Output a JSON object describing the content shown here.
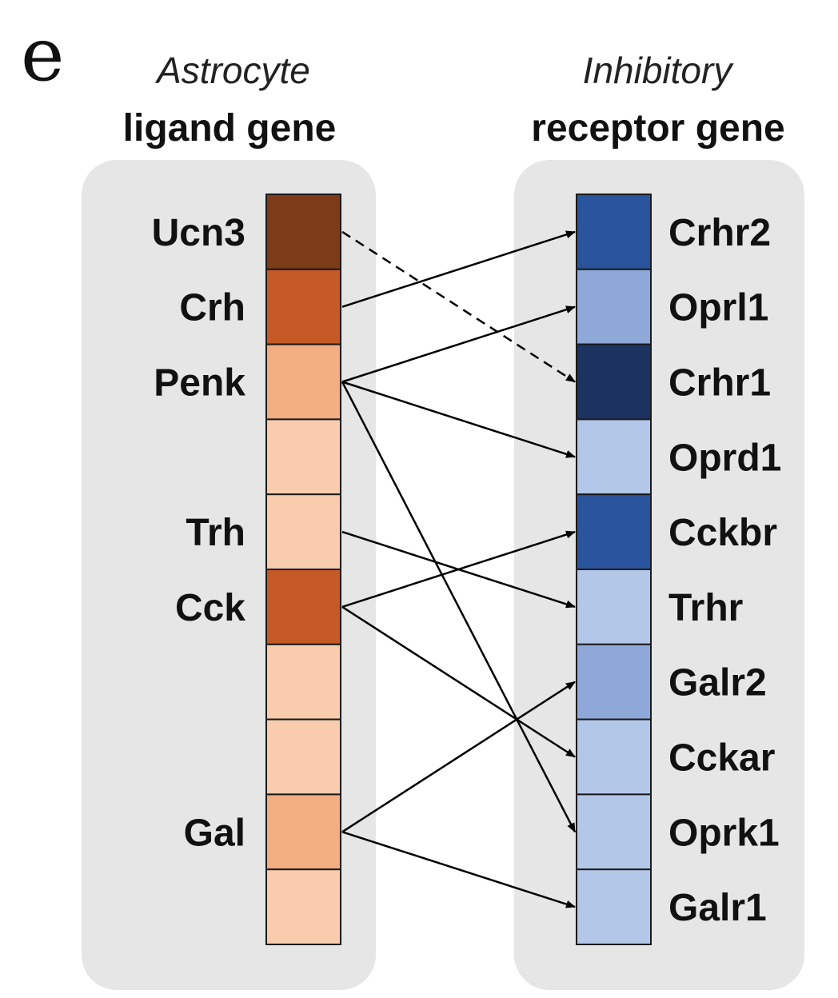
{
  "panel_letter": "e",
  "left": {
    "header_italic": "Astrocyte",
    "header_bold": "ligand gene",
    "cells": [
      {
        "label": "Ucn3",
        "color": "#7e3b17"
      },
      {
        "label": "Crh",
        "color": "#c65a26"
      },
      {
        "label": "Penk",
        "color": "#f2ad80"
      },
      {
        "label": "",
        "color": "#f8ccad"
      },
      {
        "label": "Trh",
        "color": "#f8ccad"
      },
      {
        "label": "Cck",
        "color": "#c65a26"
      },
      {
        "label": "",
        "color": "#f8ccad"
      },
      {
        "label": "",
        "color": "#f8ccad"
      },
      {
        "label": "Gal",
        "color": "#f2ad80"
      },
      {
        "label": "",
        "color": "#f8ccad"
      }
    ]
  },
  "right": {
    "header_italic": "Inhibitory",
    "header_bold": "receptor gene",
    "cells": [
      {
        "label": "Crhr2",
        "color": "#2a559d"
      },
      {
        "label": "Oprl1",
        "color": "#8ea8d8"
      },
      {
        "label": "Crhr1",
        "color": "#1c3260"
      },
      {
        "label": "Oprd1",
        "color": "#b3c7e8"
      },
      {
        "label": "Cckbr",
        "color": "#2a559d"
      },
      {
        "label": "Trhr",
        "color": "#b3c7e8"
      },
      {
        "label": "Galr2",
        "color": "#8ea8d8"
      },
      {
        "label": "Cckar",
        "color": "#b3c7e8"
      },
      {
        "label": "Oprk1",
        "color": "#b3c7e8"
      },
      {
        "label": "Galr1",
        "color": "#b3c7e8"
      }
    ]
  },
  "links": [
    {
      "from": "Ucn3",
      "to": "Crhr1",
      "style": "dashed"
    },
    {
      "from": "Crh",
      "to": "Crhr2",
      "style": "solid"
    },
    {
      "from": "Penk",
      "to": "Oprl1",
      "style": "solid"
    },
    {
      "from": "Penk",
      "to": "Oprd1",
      "style": "solid"
    },
    {
      "from": "Penk",
      "to": "Oprk1",
      "style": "solid"
    },
    {
      "from": "Trh",
      "to": "Trhr",
      "style": "solid"
    },
    {
      "from": "Cck",
      "to": "Cckbr",
      "style": "solid"
    },
    {
      "from": "Cck",
      "to": "Cckar",
      "style": "solid"
    },
    {
      "from": "Gal",
      "to": "Galr2",
      "style": "solid"
    },
    {
      "from": "Gal",
      "to": "Galr1",
      "style": "solid"
    }
  ],
  "colors": {
    "panel_background": "#e6e6e6",
    "link": "#000000"
  }
}
